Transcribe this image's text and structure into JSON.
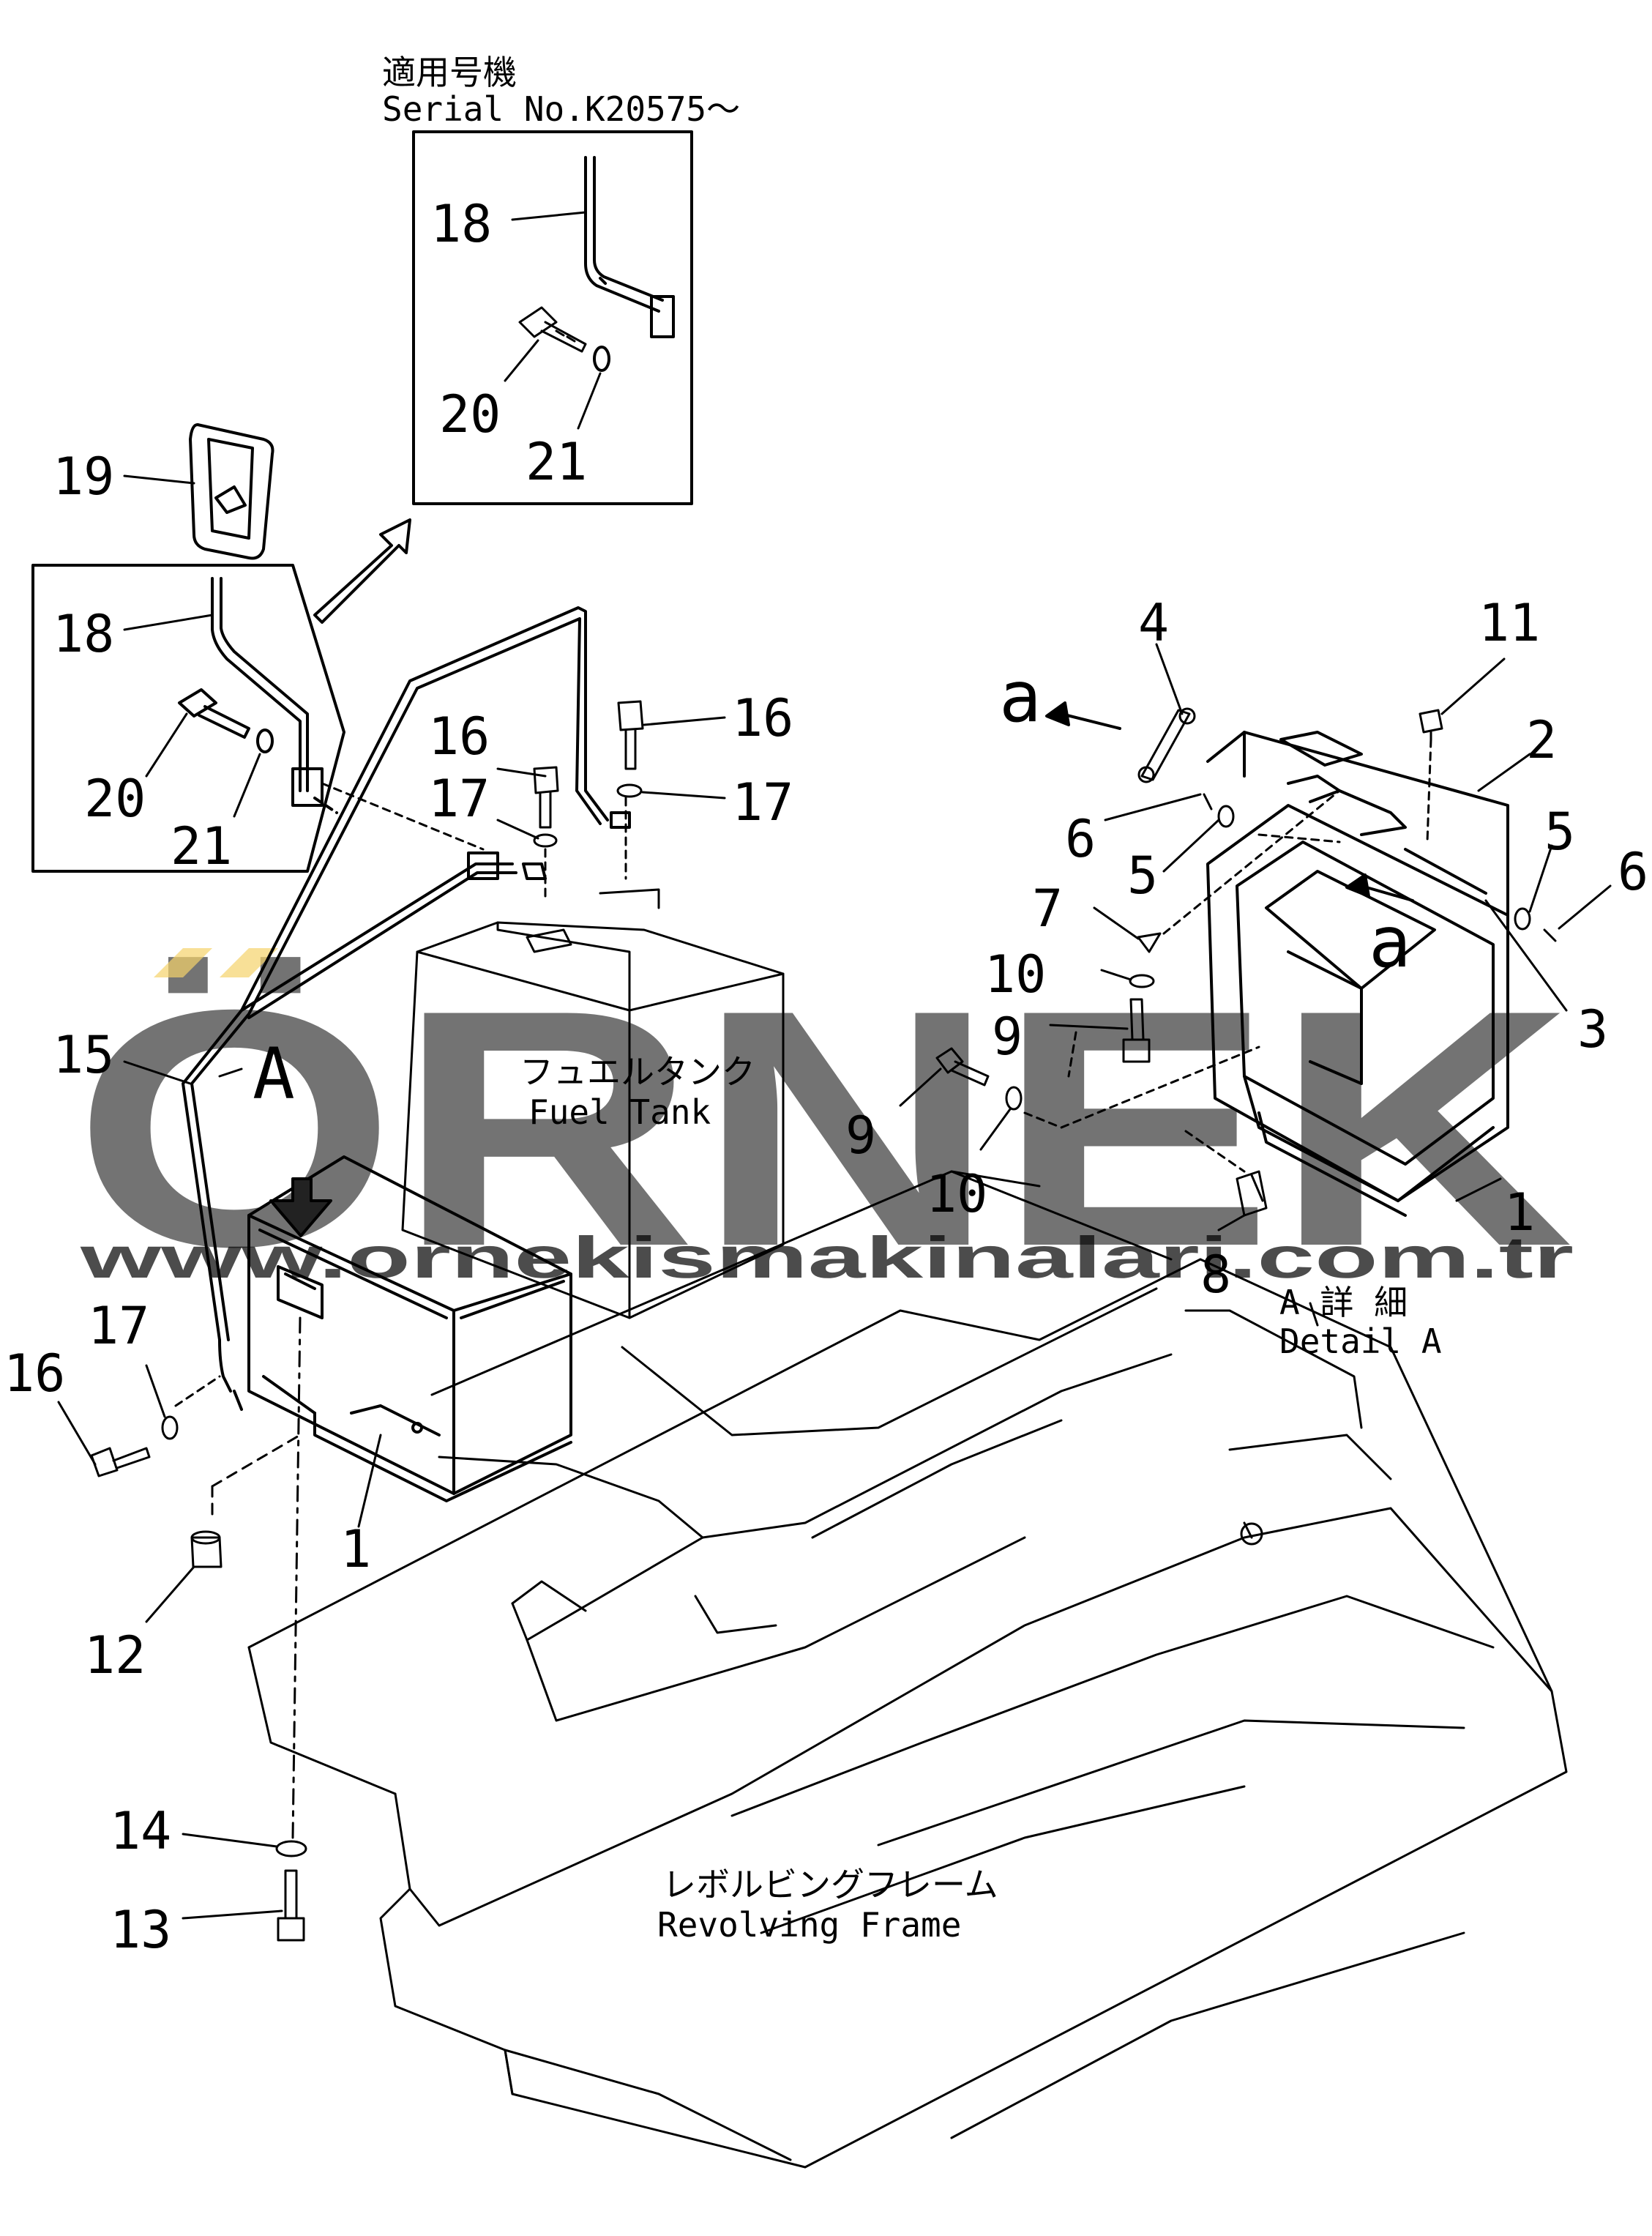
{
  "diagram": {
    "inset_header": {
      "jp": "適用号機",
      "en": "Serial No.K20575～"
    },
    "labels": {
      "fuel_tank": {
        "jp": "フュエルタンク",
        "en": "Fuel Tank"
      },
      "revolving_frame": {
        "jp": "レボルビングフレーム",
        "en": "Revolving Frame"
      },
      "detail_a": {
        "jp": "A 詳 細",
        "en": "Detail A"
      },
      "view_a": "A",
      "view_a_small_left": "a",
      "view_a_small_right": "a"
    },
    "callouts": {
      "c18_inset": "18",
      "c20_inset": "20",
      "c21_inset": "21",
      "c19": "19",
      "c18": "18",
      "c20": "20",
      "c21": "21",
      "c16_a": "16",
      "c17_a": "17",
      "c16_b": "16",
      "c17_b": "17",
      "c15": "15",
      "c17_c": "17",
      "c16_c": "16",
      "c1_main": "1",
      "c12": "12",
      "c14": "14",
      "c13": "13",
      "c4": "4",
      "c11": "11",
      "c2": "2",
      "c6_l": "6",
      "c5_l": "5",
      "c5_r": "5",
      "c6_r": "6",
      "c7": "7",
      "c10_a": "10",
      "c9_a": "9",
      "c3": "3",
      "c9_b": "9",
      "c10_b": "10",
      "c1_detail": "1",
      "c8": "8"
    }
  },
  "watermark": {
    "brand": "ÖRNEK",
    "url": "www.ornekismakinalari.com.tr"
  }
}
